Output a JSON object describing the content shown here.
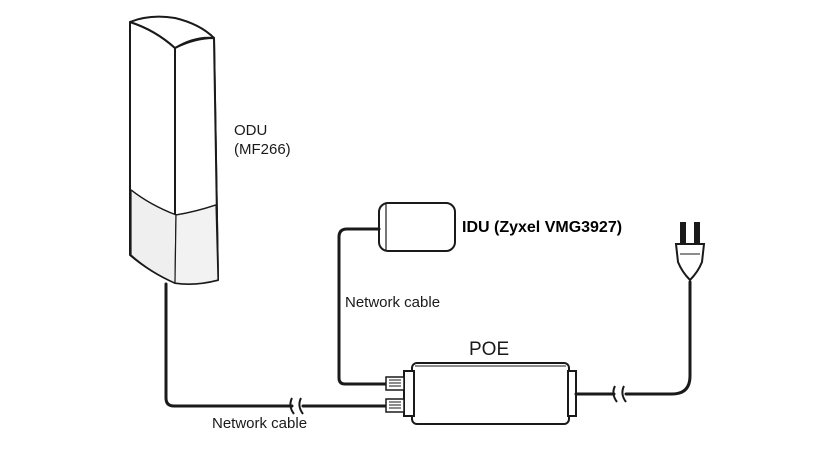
{
  "labels": {
    "odu_line1": "ODU",
    "odu_line2": "(MF266)",
    "idu": "IDU (Zyxel VMG3927)",
    "poe": "POE",
    "network_cable_upper": "Network cable",
    "network_cable_lower": "Network cable"
  },
  "components": {
    "odu_icon": "outdoor-unit-icon",
    "idu_icon": "indoor-unit-box-icon",
    "poe_icon": "poe-injector-icon",
    "plug_icon": "power-plug-icon",
    "port_icon": "rj45-port-icon",
    "cable_break_icon": "cable-break-icon"
  },
  "colors": {
    "line": "#1a1a1a",
    "fill": "#ffffff",
    "shade": "#e6e6e6"
  }
}
